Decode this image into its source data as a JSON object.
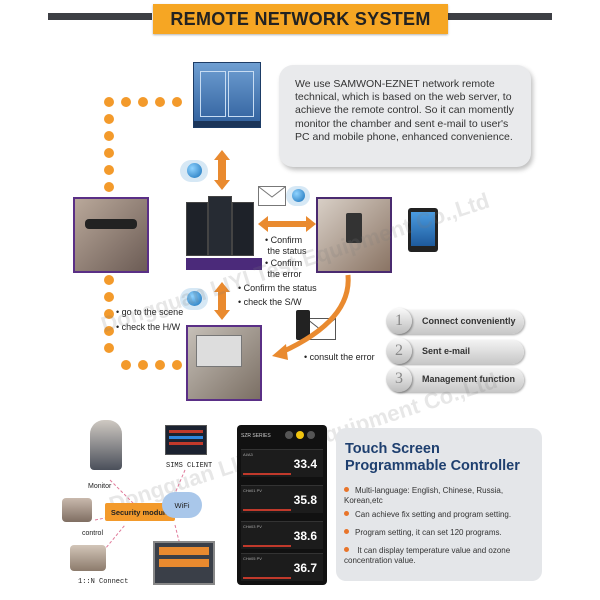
{
  "header": {
    "title": "REMOTE NETWORK SYSTEM"
  },
  "bubble": {
    "text": "We use SAMWON-EZNET network remote technical, which is based on the web server, to achieve the remote control. So it can momently monitor the chamber and sent e-mail to user's PC and mobile phone, enhanced convenience."
  },
  "flow_labels": {
    "confirm_status_1": "• Confirm\n the status",
    "confirm_error": "• Confirm\n the error",
    "confirm_status_2": "• Confirm the status",
    "check_sw": "• check the S/W",
    "go_scene": "• go to the scene",
    "check_hw": "• check the H/W",
    "consult_error": "• consult the error"
  },
  "steps": [
    {
      "num": "1",
      "label": "Connect  conveniently"
    },
    {
      "num": "2",
      "label": "Sent e-mail"
    },
    {
      "num": "3",
      "label": "Management  function"
    }
  ],
  "bottom_diagram": {
    "monitor": "Monitor",
    "sims_client": "SIMS CLIENT",
    "security_module": "Security module",
    "wifi": "WiFi",
    "control": "control",
    "connect": "1::N Connect"
  },
  "controller_screen": {
    "header": "SZR SERIES",
    "rows": [
      {
        "tag": "AI/A3",
        "value": "33.4"
      },
      {
        "tag": "CH#01 PV",
        "value": "35.8"
      },
      {
        "tag": "CH#03 PV",
        "value": "38.6"
      },
      {
        "tag": "CH#05 PV",
        "value": "36.7"
      }
    ]
  },
  "touch_screen": {
    "title_line1": "Touch Screen",
    "title_line2": "Programmable Controller",
    "items": [
      "Multi-language: English, Chinese, Russia, Korean,etc",
      "Can achieve fix setting and program setting.",
      "Program setting, it can set 120 programs.",
      " It can display temperature value and ozone concentration value."
    ]
  },
  "watermark": "Dongguan LIYI Test Equipment Co.,Ltd",
  "colors": {
    "accent": "#f6a623",
    "dots": "#f39a2b",
    "title_blue": "#1e3f6f",
    "bullet": "#e8742a"
  }
}
